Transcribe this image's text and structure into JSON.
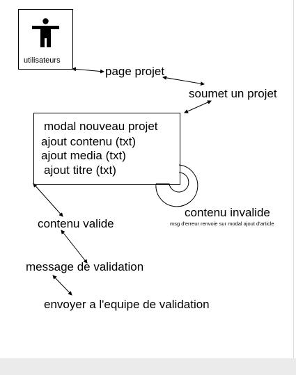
{
  "diagram": {
    "actor": {
      "label": "utilisateurs",
      "icon": "person-icon"
    },
    "nodes": {
      "page_projet": "page projet",
      "soumet_projet": "soumet un projet",
      "contenu_valide": "contenu valide",
      "contenu_invalide": "contenu invalide",
      "erreur_note": "msg d'erreur renvoie sur modal ajout d'article",
      "message_validation": "message de validation",
      "envoyer": "envoyer a l'equipe de validation"
    },
    "modal": {
      "lines": [
        "modal nouveau projet",
        "ajout contenu (txt)",
        "ajout media (txt)",
        "ajout titre (txt)"
      ]
    },
    "colors": {
      "ink": "#000000",
      "background": "#ffffff",
      "footer": "#ebebeb"
    }
  }
}
